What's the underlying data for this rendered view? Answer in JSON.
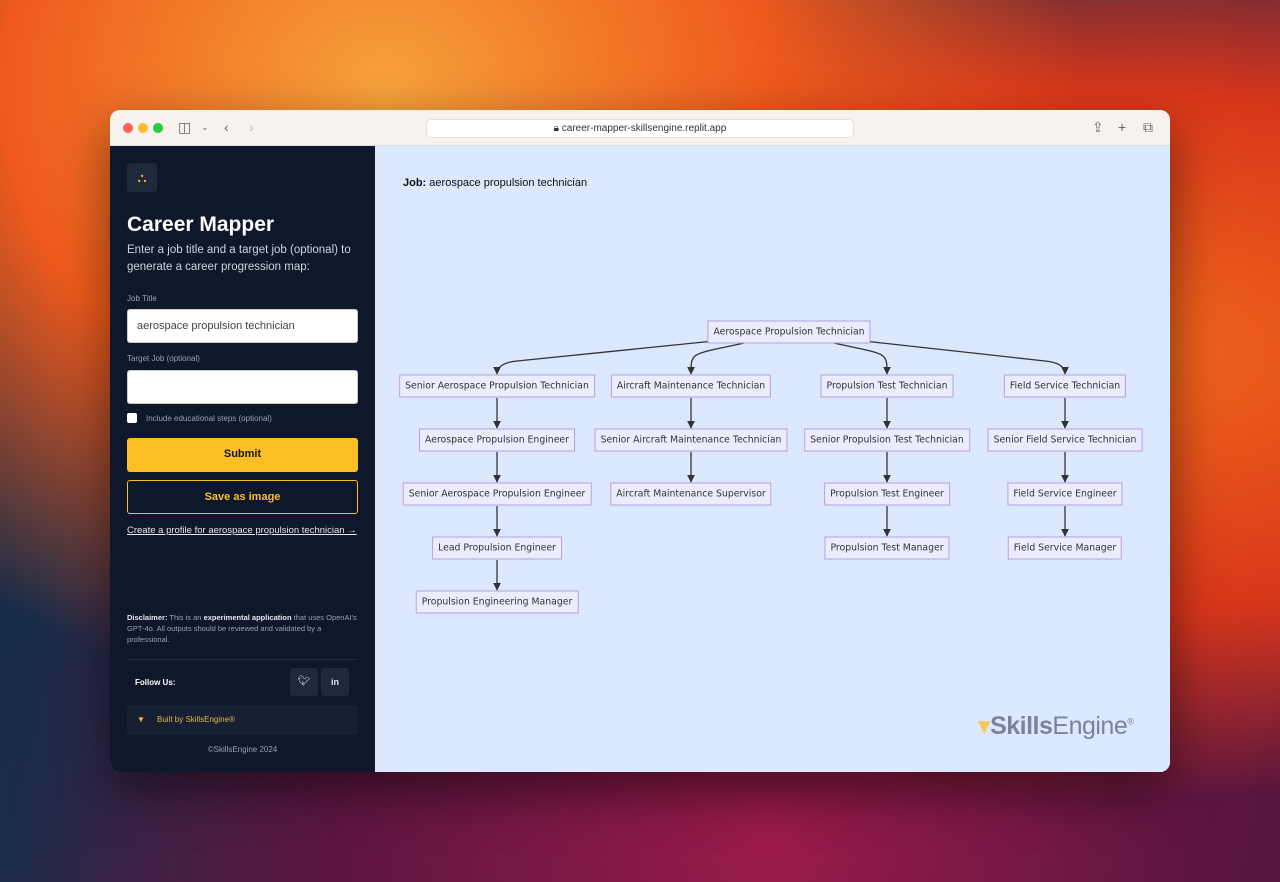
{
  "browser": {
    "url": "career-mapper-skillsengine.replit.app"
  },
  "sidebar": {
    "title": "Career Mapper",
    "subtitle": "Enter a job title and a target job (optional) to generate a career progression map:",
    "job_title_label": "Job Title",
    "job_title_value": "aerospace propulsion technician",
    "target_label": "Target Job (optional)",
    "target_value": "",
    "edu_label": "Include educational steps (optional)",
    "edu_checked": false,
    "submit": "Submit",
    "save": "Save as image",
    "profile_link": "Create a profile for aerospace propulsion technician →",
    "disclaimer_label": "Disclaimer:",
    "disclaimer_1": " This is an ",
    "disclaimer_bold": "experimental application",
    "disclaimer_2": " that uses OpenAI's GPT-4o. All outputs should be reviewed and validated by a professional.",
    "follow": "Follow Us:",
    "built": "Built by SkillsEngine®",
    "copyright": "©SkillsEngine 2024"
  },
  "colors": {
    "accent": "#fbbf24",
    "sidebar_bg": "#0f172a",
    "canvas_bg": "#dbe8fe",
    "node_fill": "#ececff",
    "node_border": "#b79fe0"
  },
  "main": {
    "job_label": "Job:",
    "job_value": "aerospace propulsion technician",
    "brand_bold": "Skills",
    "brand_rest": "Engine",
    "brand_reg": "®"
  },
  "graph": {
    "nodes": [
      {
        "id": "r",
        "label": "Aerospace Propulsion Technician"
      },
      {
        "id": "a1",
        "label": "Senior Aerospace Propulsion Technician",
        "parent": "r"
      },
      {
        "id": "a2",
        "label": "Aerospace Propulsion Engineer",
        "parent": "a1"
      },
      {
        "id": "a3",
        "label": "Senior Aerospace Propulsion Engineer",
        "parent": "a2"
      },
      {
        "id": "a4",
        "label": "Lead Propulsion Engineer",
        "parent": "a3"
      },
      {
        "id": "a5",
        "label": "Propulsion Engineering Manager",
        "parent": "a4"
      },
      {
        "id": "b1",
        "label": "Aircraft Maintenance Technician",
        "parent": "r"
      },
      {
        "id": "b2",
        "label": "Senior Aircraft Maintenance Technician",
        "parent": "b1"
      },
      {
        "id": "b3",
        "label": "Aircraft Maintenance Supervisor",
        "parent": "b2"
      },
      {
        "id": "c1",
        "label": "Propulsion Test Technician",
        "parent": "r"
      },
      {
        "id": "c2",
        "label": "Senior Propulsion Test Technician",
        "parent": "c1"
      },
      {
        "id": "c3",
        "label": "Propulsion Test Engineer",
        "parent": "c2"
      },
      {
        "id": "c4",
        "label": "Propulsion Test Manager",
        "parent": "c3"
      },
      {
        "id": "d1",
        "label": "Field Service Technician",
        "parent": "r"
      },
      {
        "id": "d2",
        "label": "Senior Field Service Technician",
        "parent": "d1"
      },
      {
        "id": "d3",
        "label": "Field Service Engineer",
        "parent": "d2"
      },
      {
        "id": "d4",
        "label": "Field Service Manager",
        "parent": "d3"
      }
    ]
  }
}
